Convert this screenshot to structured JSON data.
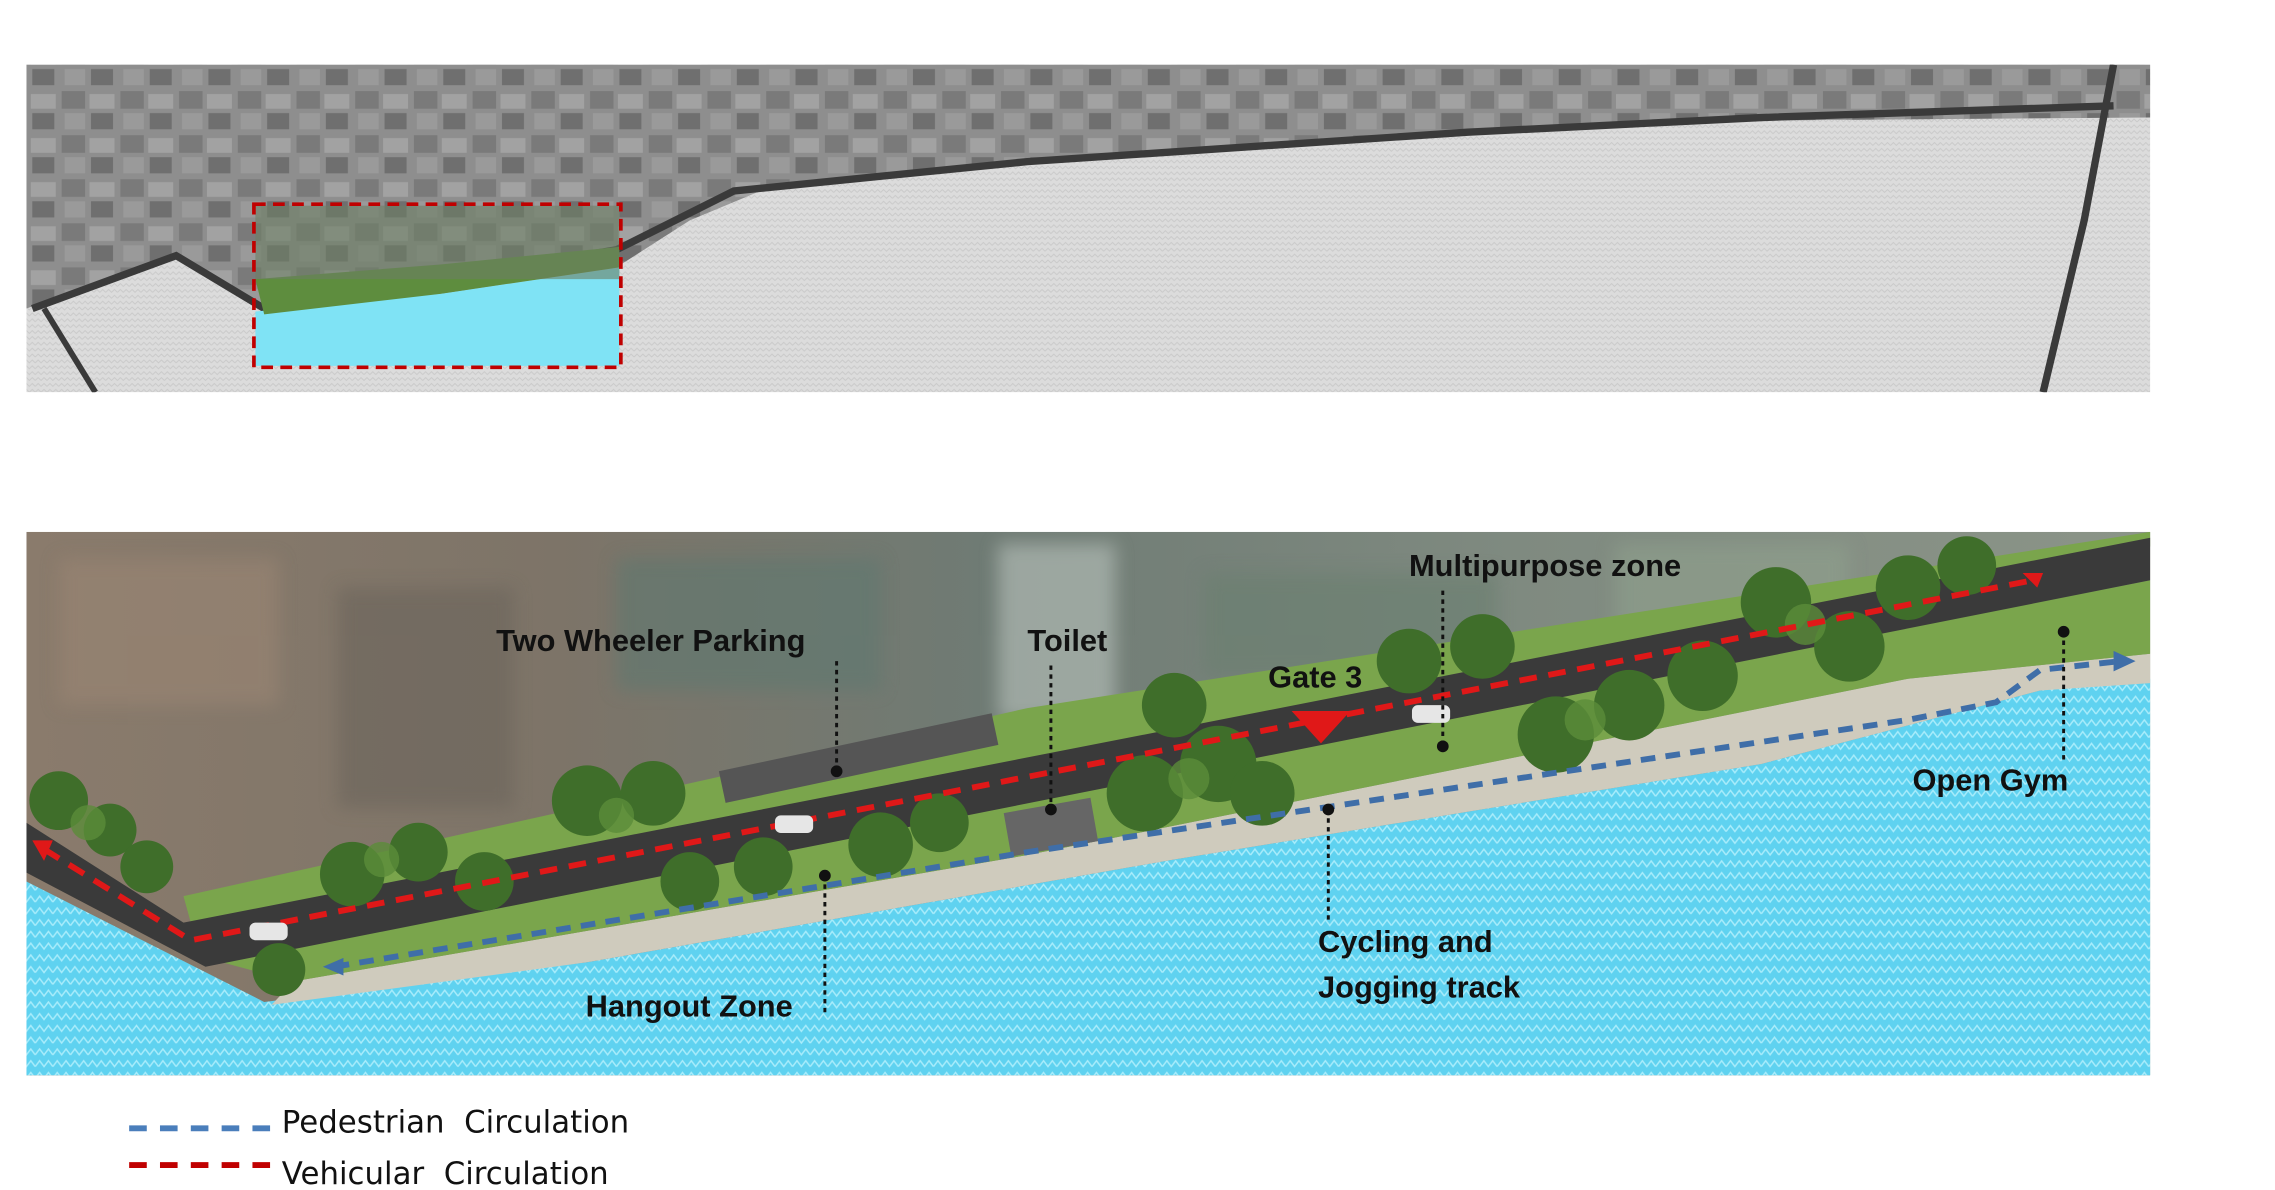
{
  "overview_map": {
    "highlight_color": "#c00000",
    "water_color": "#7fe3f5"
  },
  "detail_map": {
    "labels": {
      "two_wheeler_parking": "Two Wheeler Parking",
      "toilet": "Toilet",
      "gate_3": "Gate 3",
      "multipurpose_zone": "Multipurpose zone",
      "open_gym": "Open Gym",
      "hangout_zone": "Hangout Zone",
      "cycling_line1": "Cycling and",
      "cycling_line2": "Jogging track"
    },
    "colors": {
      "water": "#5cd0ef",
      "road": "#3a3a3a",
      "grass": "#7aa54c",
      "promenade": "#cfcbbd",
      "trees": "#3f6e2a"
    }
  },
  "legend": [
    {
      "label": "Pedestrian  Circulation",
      "color": "#4a7ebb"
    },
    {
      "label": "Vehicular  Circulation",
      "color": "#c00000"
    }
  ]
}
